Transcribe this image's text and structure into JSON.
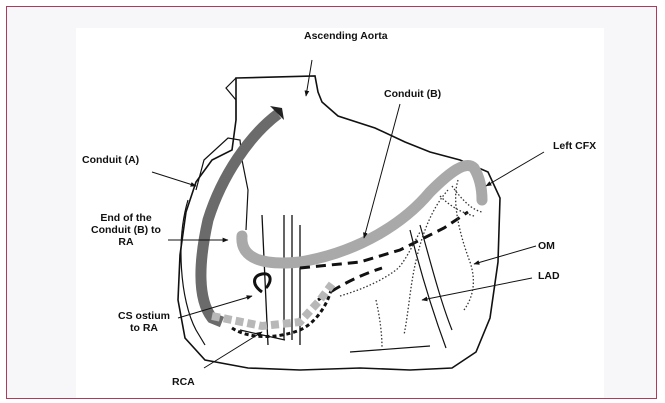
{
  "labels": {
    "ascending_aorta": "Ascending Aorta",
    "conduit_b": "Conduit (B)",
    "conduit_a": "Conduit (A)",
    "left_cfx": "Left CFX",
    "end_conduit_line1": "End of the",
    "end_conduit_line2": "Conduit (B) to",
    "end_conduit_line3": "RA",
    "om": "OM",
    "lad": "LAD",
    "cs_line1": "CS ostium",
    "cs_line2": "to RA",
    "rca": "RCA"
  },
  "colors": {
    "border": "#b03a5b",
    "conduit_a": "#6b6b6b",
    "conduit_b": "#a9a9a9",
    "line": "#111111"
  }
}
